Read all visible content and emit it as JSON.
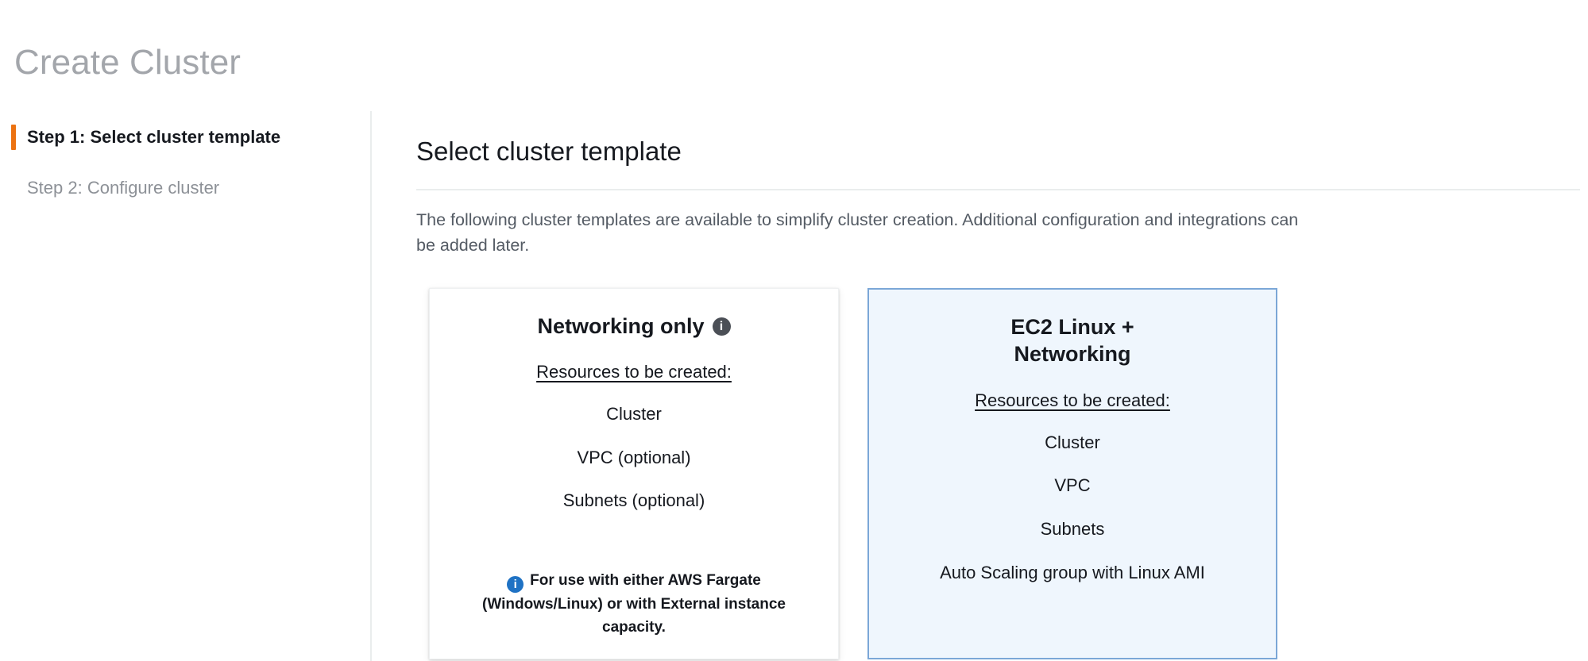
{
  "page": {
    "title": "Create Cluster"
  },
  "sidebar": {
    "steps": [
      {
        "label": "Step 1: Select cluster template",
        "state": "active"
      },
      {
        "label": "Step 2: Configure cluster",
        "state": "inactive"
      }
    ]
  },
  "main": {
    "heading": "Select cluster template",
    "intro": "The following cluster templates are available to simplify cluster creation. Additional configuration and integrations can be added later.",
    "cards": [
      {
        "title": "Networking only",
        "has_title_info_icon": true,
        "title_info_icon": "info-icon",
        "resources_label": "Resources to be created:",
        "resources": [
          "Cluster",
          "VPC (optional)",
          "Subnets (optional)"
        ],
        "note_icon": "info-icon",
        "note": "For use with either AWS Fargate (Windows/Linux) or with External instance capacity.",
        "selected": false
      },
      {
        "title": "EC2 Linux +\nNetworking",
        "has_title_info_icon": false,
        "resources_label": "Resources to be created:",
        "resources": [
          "Cluster",
          "VPC",
          "Subnets",
          "Auto Scaling group with Linux AMI"
        ],
        "note": "",
        "selected": true
      }
    ]
  },
  "colors": {
    "step_marker_orange": "#ec7211",
    "selected_card_bg": "#eff6fd",
    "selected_card_border": "#7ba7d7",
    "info_blue": "#1f72c4",
    "title_gray": "#a3a6ab",
    "body_text": "#16191f",
    "muted_text": "#545b64"
  }
}
